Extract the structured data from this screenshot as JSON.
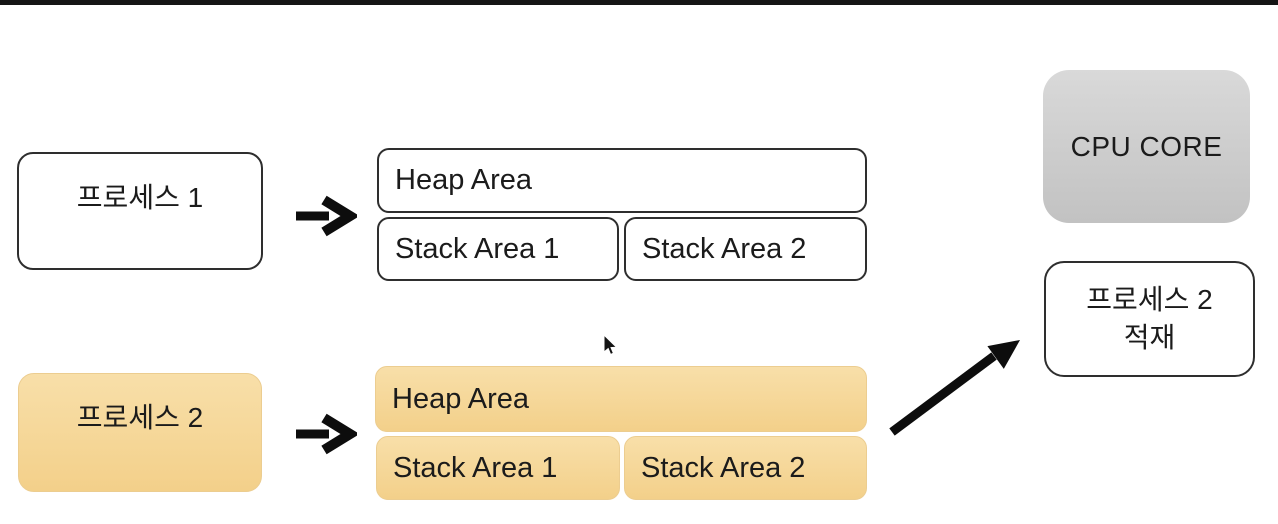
{
  "colors": {
    "background": "#ffffff",
    "top_bar": "#151515",
    "box_outline": "#2e2e2e",
    "orange_top": "#f8dfa9",
    "orange_bottom": "#f3d08a",
    "gray_top": "#d9d9d9",
    "gray_bottom": "#c2c2c2",
    "arrow": "#0d0d0d"
  },
  "diagram": {
    "process1": {
      "label": "프로세스 1"
    },
    "process1_memory": {
      "heap_label": "Heap Area",
      "stack1_label": "Stack Area 1",
      "stack2_label": "Stack Area 2"
    },
    "process2": {
      "label": "프로세스 2"
    },
    "process2_memory": {
      "heap_label": "Heap Area",
      "stack1_label": "Stack Area 1",
      "stack2_label": "Stack Area 2"
    },
    "cpu_core": {
      "label": "CPU CORE"
    },
    "load_target": {
      "line1": "프로세스 2",
      "line2": "적재"
    },
    "icons": {
      "arrow_process1": "arrow-right-icon",
      "arrow_process2": "arrow-right-icon",
      "arrow_to_cpu": "arrow-up-right-icon",
      "pointer": "mouse-cursor-icon"
    }
  }
}
